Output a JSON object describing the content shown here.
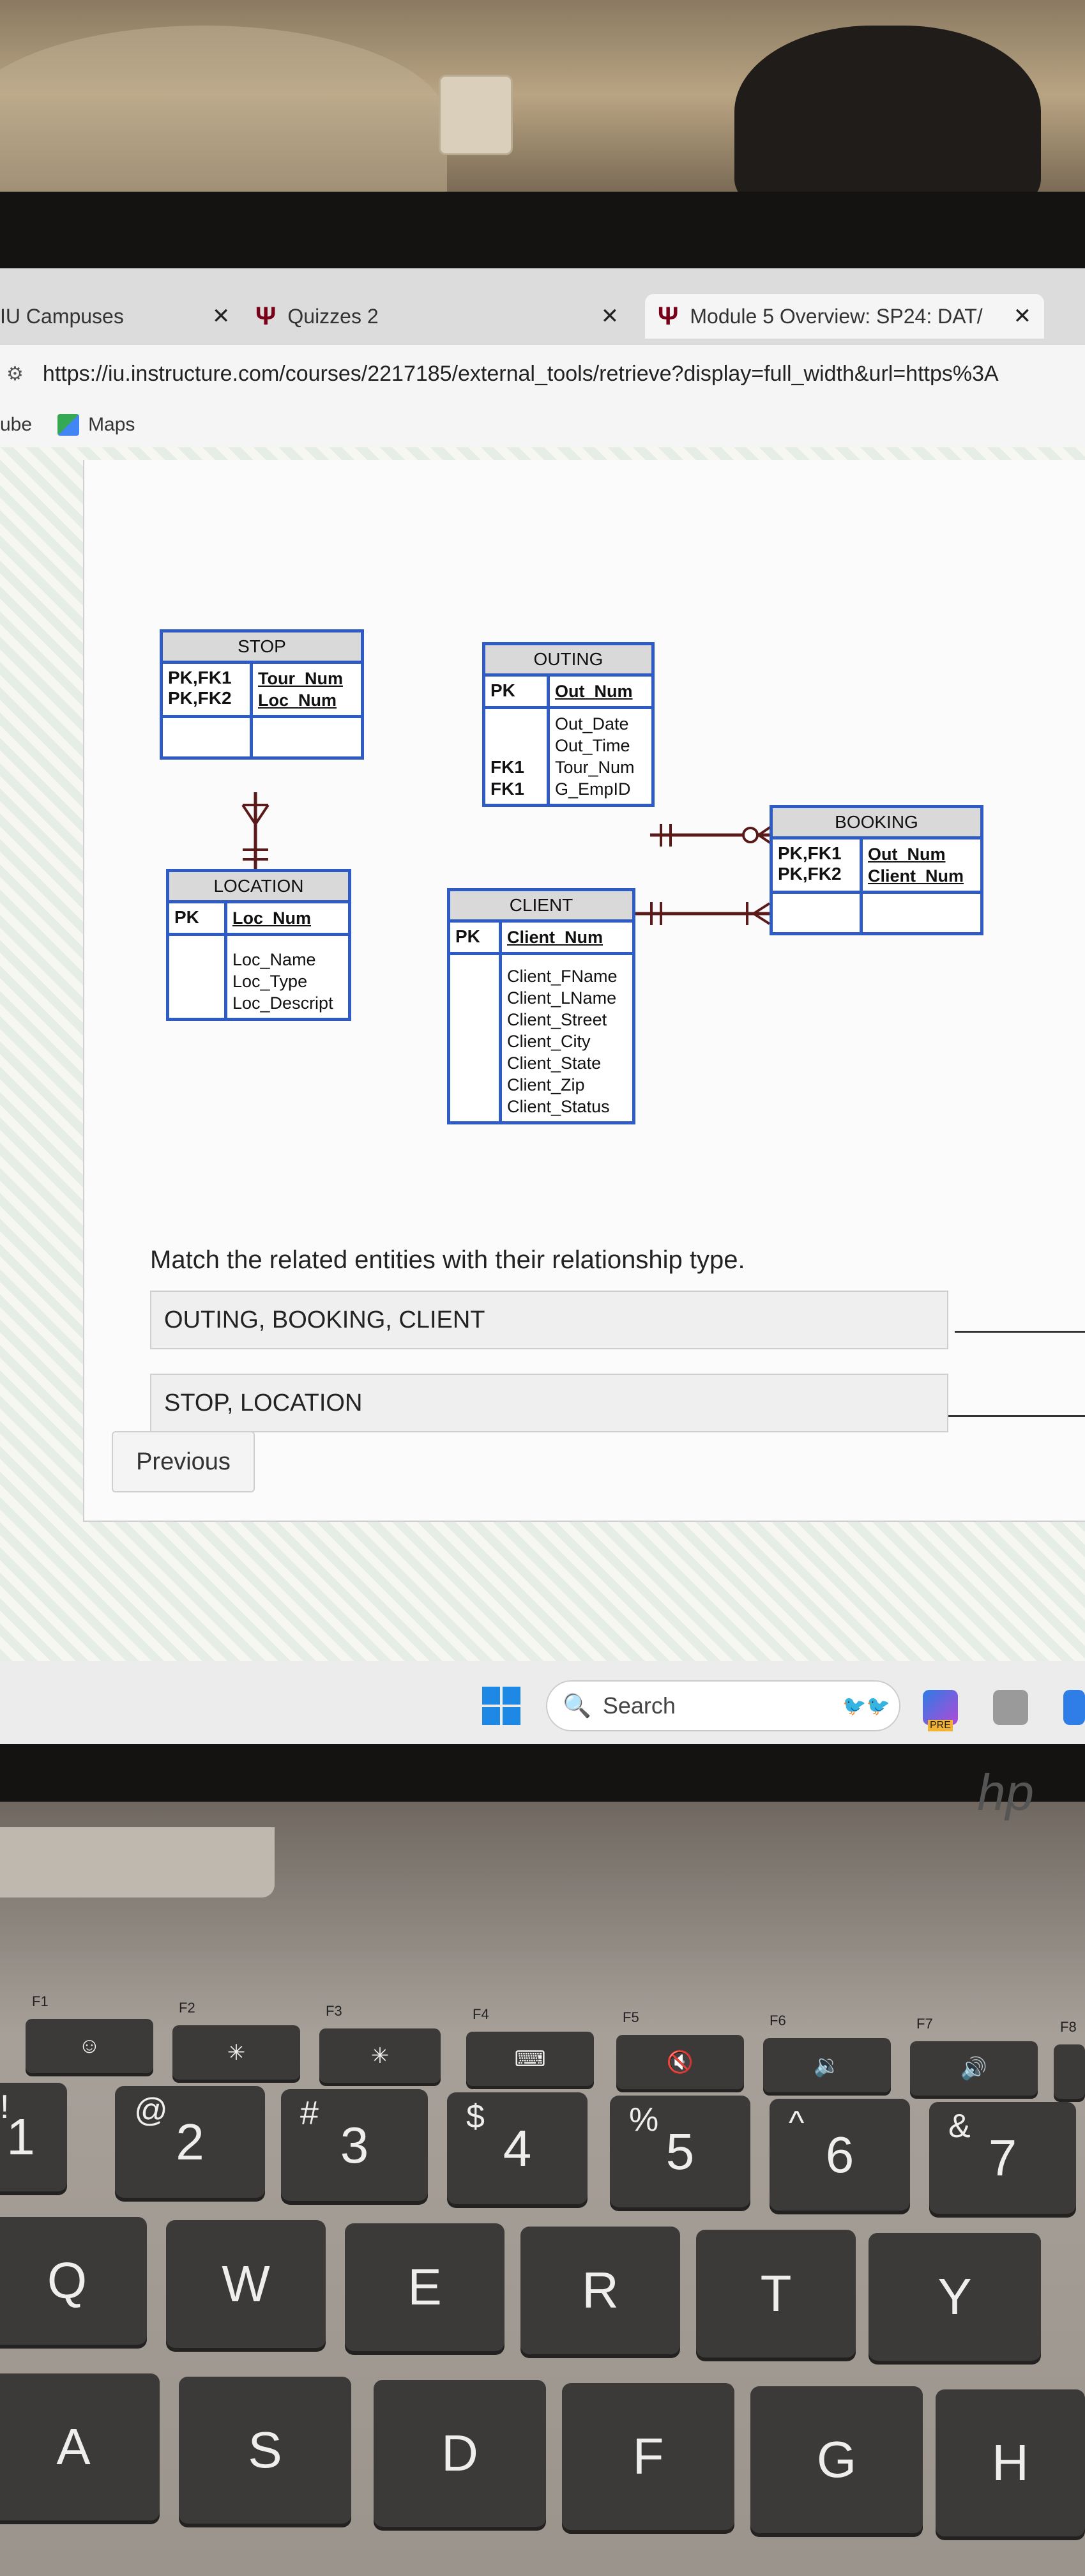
{
  "browser": {
    "tabs": [
      {
        "label": "IU Campuses"
      },
      {
        "label": "Quizzes 2"
      },
      {
        "label": "Module 5 Overview: SP24: DAT/"
      }
    ],
    "url": "https://iu.instructure.com/courses/2217185/external_tools/retrieve?display=full_width&url=https%3A",
    "bookmarks": [
      {
        "label": "ube"
      },
      {
        "label": "Maps"
      }
    ]
  },
  "erd": {
    "stop": {
      "title": "STOP",
      "rows": [
        {
          "key": "PK,FK1\nPK,FK2",
          "fields": "Tour_Num\nLoc_Num"
        },
        {
          "key": "",
          "fields": ""
        }
      ]
    },
    "outing": {
      "title": "OUTING",
      "pk_key": "PK",
      "pk_field": "Out_Num",
      "rest_keys": "\n\nFK1\nFK1",
      "rest_fields": "Out_Date\nOut_Time\nTour_Num\nG_EmpID"
    },
    "booking": {
      "title": "BOOKING",
      "pk_key": "PK,FK1\nPK,FK2",
      "pk_fields": "Out_Num\nClient_Num"
    },
    "location": {
      "title": "LOCATION",
      "pk_key": "PK",
      "pk_field": "Loc_Num",
      "rest_fields": "Loc_Name\nLoc_Type\nLoc_Descript"
    },
    "client": {
      "title": "CLIENT",
      "pk_key": "PK",
      "pk_field": "Client_Num",
      "rest_fields": "Client_FName\nClient_LName\nClient_Street\nClient_City\nClient_State\nClient_Zip\nClient_Status"
    }
  },
  "quiz": {
    "question": "Match the related entities with their relationship type.",
    "answers": [
      {
        "label": "OUTING, BOOKING, CLIENT"
      },
      {
        "label": "STOP, LOCATION"
      }
    ],
    "previous_label": "Previous"
  },
  "taskbar": {
    "search_placeholder": "Search",
    "pre_badge": "PRE"
  },
  "keyboard": {
    "fn_row": [
      {
        "label": "F1",
        "icon": "☺"
      },
      {
        "label": "F2",
        "icon": "✳"
      },
      {
        "label": "F3",
        "icon": "✳"
      },
      {
        "label": "F4",
        "icon": "⌨"
      },
      {
        "label": "F5",
        "icon": "🔇"
      },
      {
        "label": "F6",
        "icon": "🔉"
      },
      {
        "label": "F7",
        "icon": "🔊"
      },
      {
        "label": "F8",
        "icon": ""
      }
    ],
    "number_row": [
      {
        "main": "1",
        "shift": "!"
      },
      {
        "main": "2",
        "shift": "@"
      },
      {
        "main": "3",
        "shift": "#"
      },
      {
        "main": "4",
        "shift": "$"
      },
      {
        "main": "5",
        "shift": "%"
      },
      {
        "main": "6",
        "shift": "^"
      },
      {
        "main": "7",
        "shift": "&"
      }
    ],
    "qwerty_row": [
      "Q",
      "W",
      "E",
      "R",
      "T",
      "Y"
    ],
    "asdf_row": [
      "A",
      "S",
      "D",
      "F",
      "G",
      "H"
    ],
    "brand": "hp"
  }
}
